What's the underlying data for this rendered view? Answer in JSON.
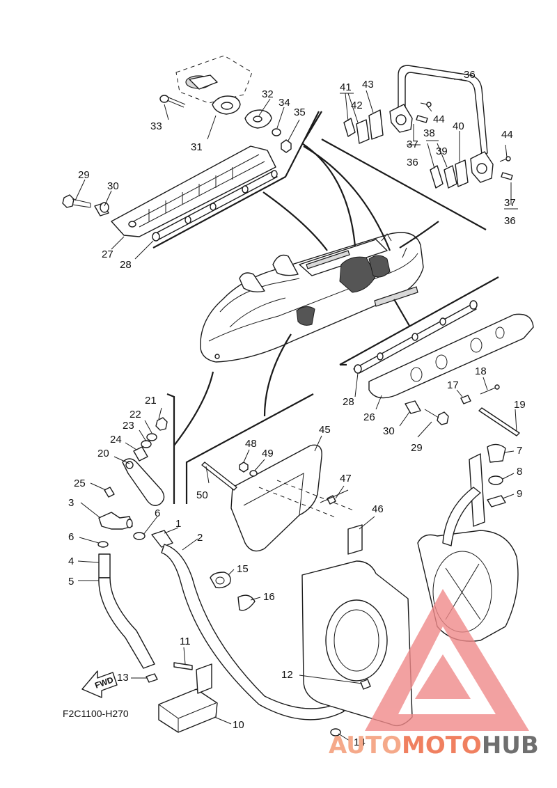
{
  "part_labels": [
    {
      "id": "p1",
      "text": "1"
    },
    {
      "id": "p2",
      "text": "2"
    },
    {
      "id": "p3",
      "text": "3"
    },
    {
      "id": "p4",
      "text": "4"
    },
    {
      "id": "p5",
      "text": "5"
    },
    {
      "id": "p6a",
      "text": "6"
    },
    {
      "id": "p6b",
      "text": "6"
    },
    {
      "id": "p7",
      "text": "7"
    },
    {
      "id": "p8",
      "text": "8"
    },
    {
      "id": "p9",
      "text": "9"
    },
    {
      "id": "p10",
      "text": "10"
    },
    {
      "id": "p11",
      "text": "11"
    },
    {
      "id": "p12",
      "text": "12"
    },
    {
      "id": "p13",
      "text": "13"
    },
    {
      "id": "p14",
      "text": "14"
    },
    {
      "id": "p15",
      "text": "15"
    },
    {
      "id": "p16",
      "text": "16"
    },
    {
      "id": "p17",
      "text": "17"
    },
    {
      "id": "p18",
      "text": "18"
    },
    {
      "id": "p19",
      "text": "19"
    },
    {
      "id": "p20",
      "text": "20"
    },
    {
      "id": "p21",
      "text": "21"
    },
    {
      "id": "p22",
      "text": "22"
    },
    {
      "id": "p23",
      "text": "23"
    },
    {
      "id": "p24",
      "text": "24"
    },
    {
      "id": "p25",
      "text": "25"
    },
    {
      "id": "p26",
      "text": "26"
    },
    {
      "id": "p27",
      "text": "27"
    },
    {
      "id": "p28a",
      "text": "28"
    },
    {
      "id": "p28b",
      "text": "28"
    },
    {
      "id": "p29a",
      "text": "29"
    },
    {
      "id": "p29b",
      "text": "29"
    },
    {
      "id": "p30a",
      "text": "30"
    },
    {
      "id": "p30b",
      "text": "30"
    },
    {
      "id": "p31",
      "text": "31"
    },
    {
      "id": "p32",
      "text": "32"
    },
    {
      "id": "p33",
      "text": "33"
    },
    {
      "id": "p34",
      "text": "34"
    },
    {
      "id": "p35",
      "text": "35"
    },
    {
      "id": "p36a",
      "text": "36"
    },
    {
      "id": "p36b",
      "text": "36"
    },
    {
      "id": "p36c",
      "text": "36"
    },
    {
      "id": "p37a",
      "text": "37"
    },
    {
      "id": "p37b",
      "text": "37"
    },
    {
      "id": "p38",
      "text": "38"
    },
    {
      "id": "p39",
      "text": "39"
    },
    {
      "id": "p40",
      "text": "40"
    },
    {
      "id": "p41",
      "text": "41"
    },
    {
      "id": "p42",
      "text": "42"
    },
    {
      "id": "p43",
      "text": "43"
    },
    {
      "id": "p44a",
      "text": "44"
    },
    {
      "id": "p44b",
      "text": "44"
    },
    {
      "id": "p45",
      "text": "45"
    },
    {
      "id": "p46",
      "text": "46"
    },
    {
      "id": "p47",
      "text": "47"
    },
    {
      "id": "p48",
      "text": "48"
    },
    {
      "id": "p49",
      "text": "49"
    },
    {
      "id": "p50",
      "text": "50"
    }
  ],
  "diagram_code": "F2C1100-H270",
  "fwd_label": "FWD",
  "watermark": {
    "part1": "AUTO",
    "part2": "MOTO",
    "part3": "HUB",
    "color_light": "#f5a98a",
    "color_mid": "#f08060",
    "color_dark": "#6f6f6f",
    "triangle_color": "#f08a8a"
  }
}
